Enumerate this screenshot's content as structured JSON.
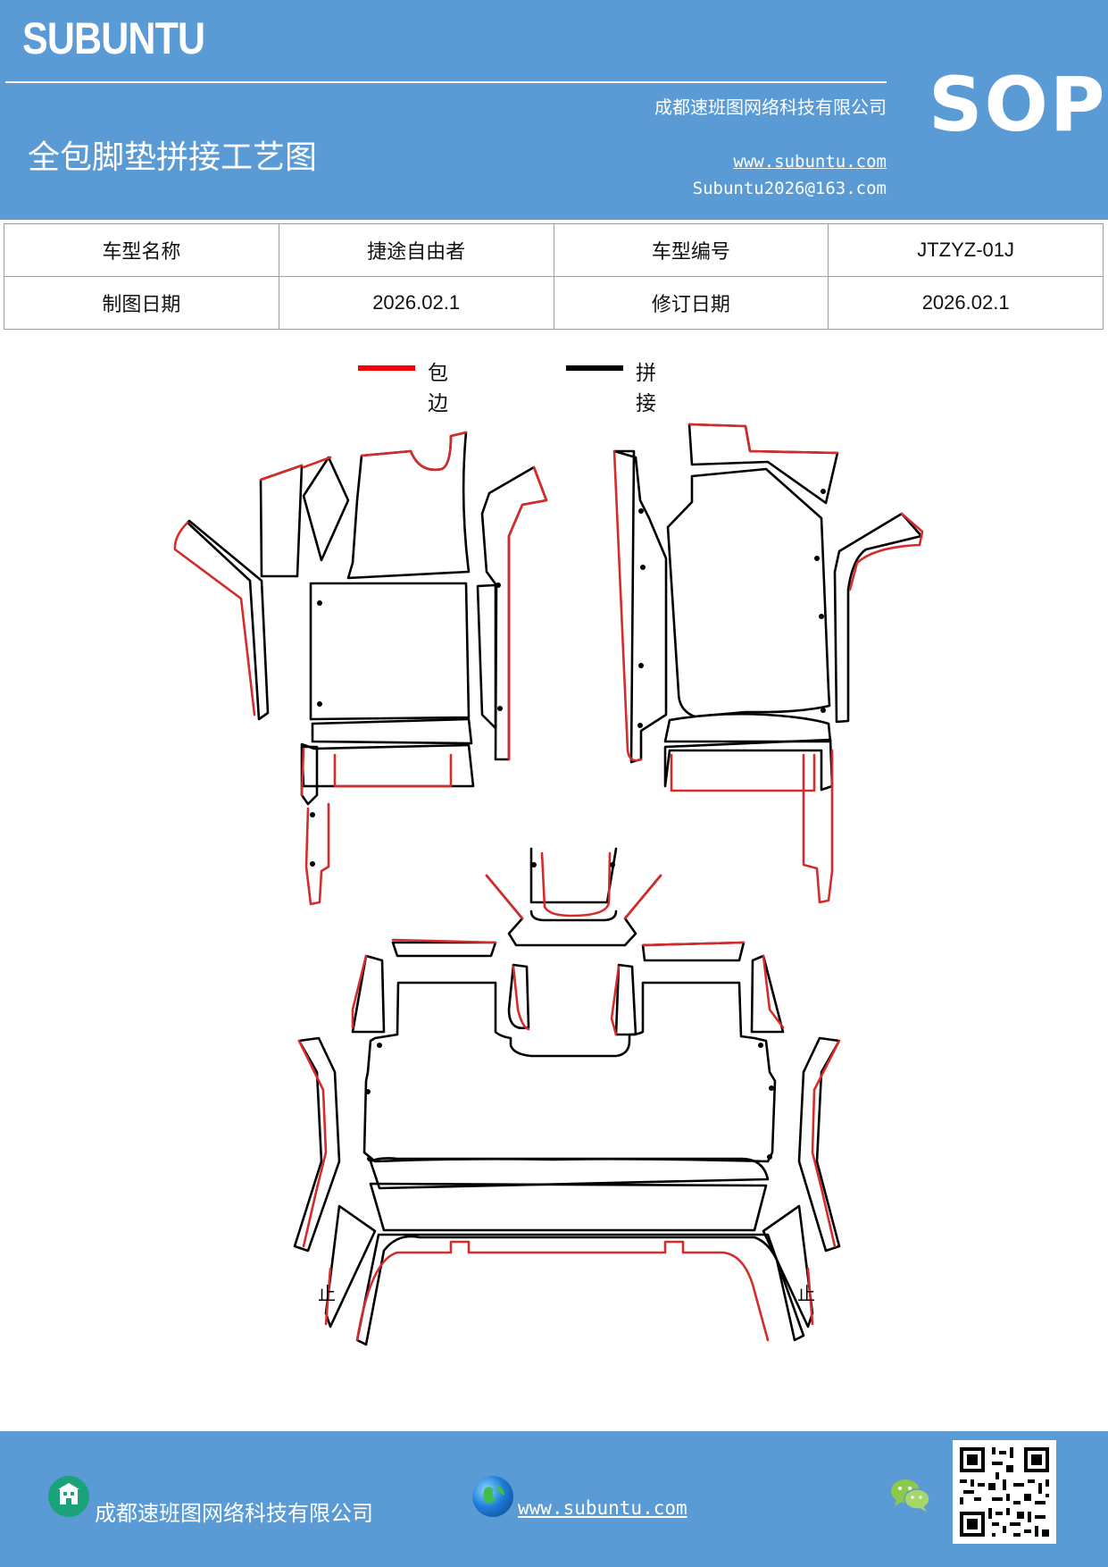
{
  "header": {
    "logo": "SUBUNTU",
    "company": "成都速班图网络科技有限公司",
    "title": "全包脚垫拼接工艺图",
    "site": "www.subuntu.com",
    "email": "Subuntu2026@163.com",
    "badge": "SOP"
  },
  "info_table": {
    "row1": {
      "label1": "车型名称",
      "value1": "捷途自由者",
      "label2": "车型编号",
      "value2": "JTZYZ-01J"
    },
    "row2": {
      "label1": "制图日期",
      "value1": "2026.02.1",
      "label2": "修订日期",
      "value2": "2026.02.1"
    }
  },
  "legend": [
    {
      "label": "包边",
      "color": "#ff0000"
    },
    {
      "label": "拼接",
      "color": "#000000"
    }
  ],
  "drawing_labels": {
    "left_mark": "止",
    "right_mark": "止"
  },
  "colors": {
    "header_bg": "#5b9bd5",
    "edge_red": "#d62b2b",
    "seam_black": "#000000"
  },
  "footer": {
    "company": "成都速班图网络科技有限公司",
    "site": "www.subuntu.com",
    "company_icon": "building-icon",
    "site_icon": "globe-icon",
    "social_icon": "wechat-icon",
    "qr_icon": "qr-code-icon"
  }
}
